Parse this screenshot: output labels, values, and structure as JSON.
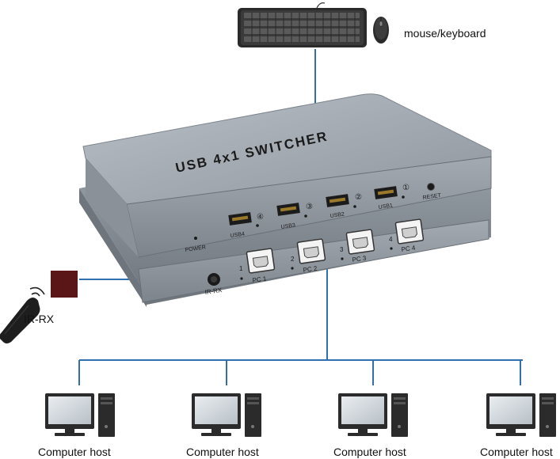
{
  "peripheral": {
    "label": "mouse/keyboard"
  },
  "switcher": {
    "title": "USB 4x1 SWITCHER",
    "usb_ports": [
      {
        "label": "USB1",
        "number": "①"
      },
      {
        "label": "USB2",
        "number": "②"
      },
      {
        "label": "USB3",
        "number": "③"
      },
      {
        "label": "USB4",
        "number": "④"
      }
    ],
    "reset_label": "RESET",
    "power_label": "POWER",
    "pc_ports": [
      {
        "label": "PC 1",
        "number": "1"
      },
      {
        "label": "PC 2",
        "number": "2"
      },
      {
        "label": "PC 3",
        "number": "3"
      },
      {
        "label": "PC 4",
        "number": "4"
      }
    ],
    "ir_port_label": "IR-RX"
  },
  "remote": {
    "receiver_label": "IR-RX"
  },
  "hosts": [
    {
      "label": "Computer host"
    },
    {
      "label": "Computer host"
    },
    {
      "label": "Computer host"
    },
    {
      "label": "Computer host"
    }
  ],
  "colors": {
    "connector": "#2f6fb0",
    "device_body": "#9aa1a9",
    "ir_receiver": "#5a1616",
    "monitor": "#2b2b2b"
  },
  "icons": {
    "keyboard": "keyboard-icon",
    "mouse": "mouse-icon",
    "remote": "remote-control-icon",
    "computer": "computer-icon"
  }
}
